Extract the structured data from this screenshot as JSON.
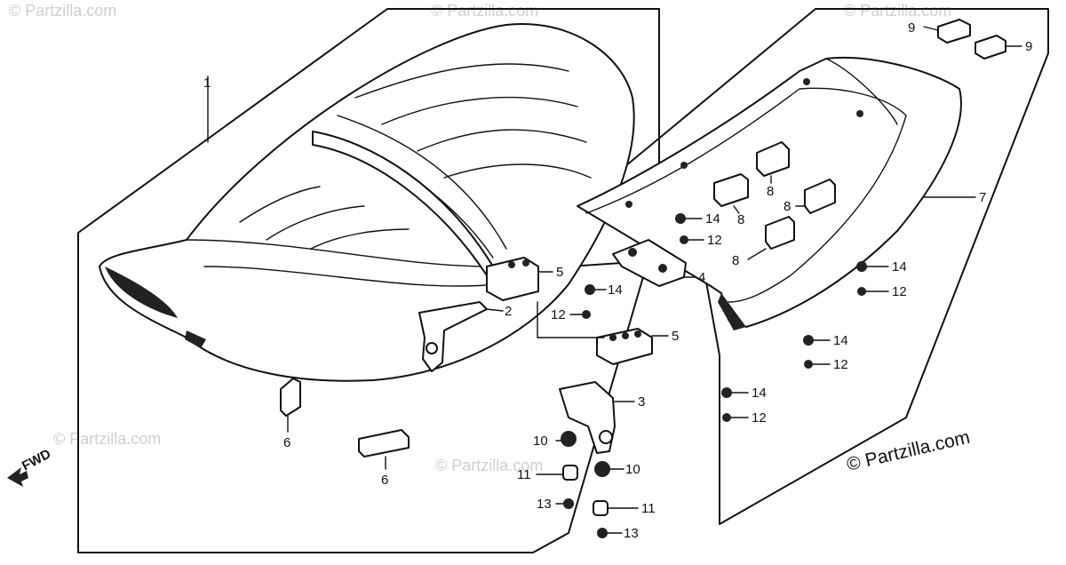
{
  "copyright": "© Partzilla.com",
  "watermark": "© Partzilla.com",
  "direction_label": "FWD",
  "callouts": {
    "c1": "1",
    "c2": "2",
    "c3": "3",
    "c4": "4",
    "c5a": "5",
    "c5b": "5",
    "c6a": "6",
    "c6b": "6",
    "c7": "7",
    "c8a": "8",
    "c8b": "8",
    "c8c": "8",
    "c8d": "8",
    "c9a": "9",
    "c9b": "9",
    "c10a": "10",
    "c10b": "10",
    "c11a": "11",
    "c11b": "11",
    "c12a": "12",
    "c12b": "12",
    "c12c": "12",
    "c12d": "12",
    "c12e": "12",
    "c13a": "13",
    "c13b": "13",
    "c14a": "14",
    "c14b": "14",
    "c14c": "14",
    "c14d": "14",
    "c14e": "14"
  }
}
